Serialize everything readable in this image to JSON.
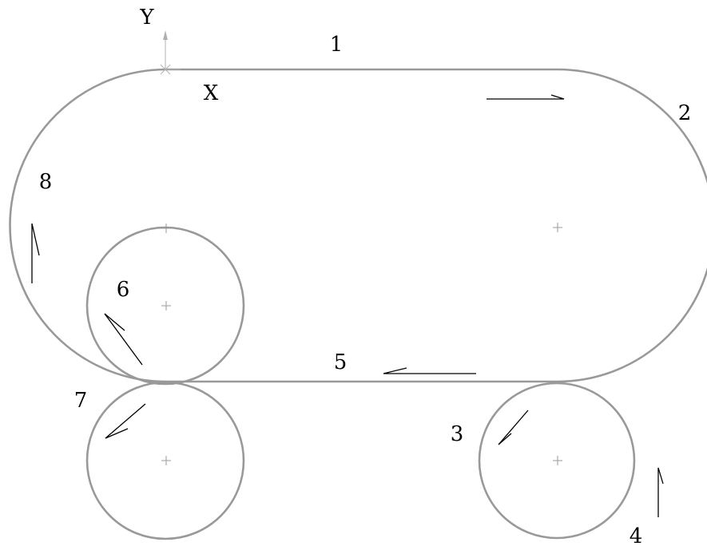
{
  "axes": {
    "y_label": "Y",
    "x_label": "X"
  },
  "segments": {
    "s1": "1",
    "s2": "2",
    "s3": "3",
    "s4": "4",
    "s5": "5",
    "s6": "6",
    "s7": "7",
    "s8": "8"
  },
  "colors": {
    "outline": "#999999",
    "arrow": "#000000",
    "center_mark": "#999999",
    "axis": "#b0b0b0"
  }
}
